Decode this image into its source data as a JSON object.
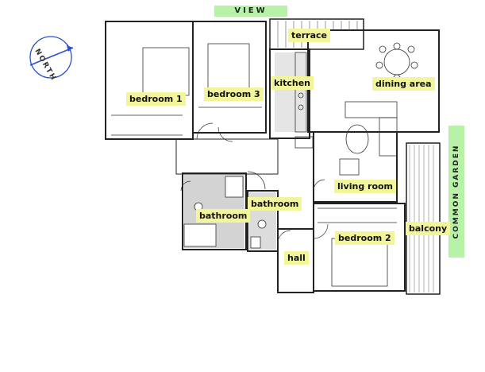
{
  "banners": {
    "view": "VIEW",
    "garden": "COMMON GARDEN"
  },
  "compass": {
    "label": "NORTH",
    "icon": "north-arrow-icon"
  },
  "rooms": {
    "terrace": "terrace",
    "kitchen": "kitchen",
    "dining_area": "dining area",
    "bedroom1": "bedroom 1",
    "bedroom3": "bedroom 3",
    "living_room": "living room",
    "bathroom_main": "bathroom",
    "bathroom_small": "bathroom",
    "balcony": "balcony",
    "bedroom2": "bedroom 2",
    "hall": "hall"
  },
  "colors": {
    "label_bg": "#f3f59a",
    "banner_bg": "#b8f2a6",
    "compass_blue": "#2a4fd0",
    "wet_area_fill": "#cfcfcf",
    "wall": "#222222"
  }
}
